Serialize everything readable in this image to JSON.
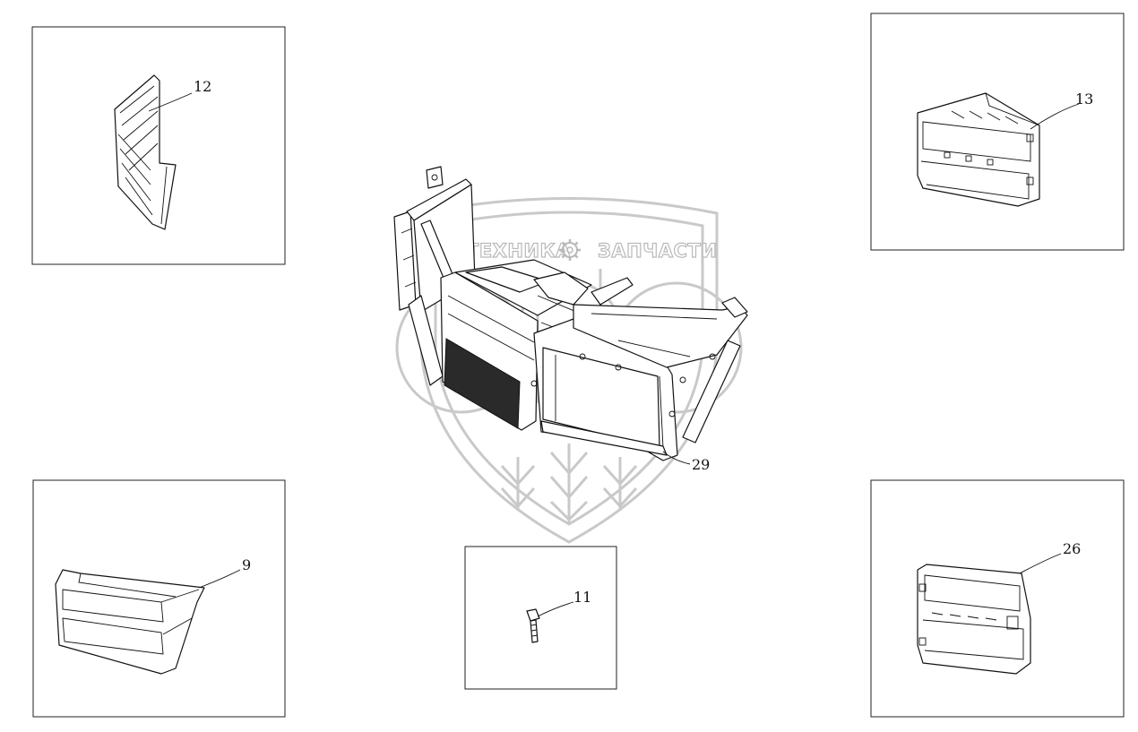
{
  "callouts": {
    "c12": "12",
    "c13": "13",
    "c29": "29",
    "c9": "9",
    "c11": "11",
    "c26": "26"
  },
  "watermark": {
    "left_word": "ТЕХНИКА",
    "right_word": "ЗАПЧАСТИ",
    "gear_icon": "gear-icon",
    "color": "#c9c9c9"
  }
}
